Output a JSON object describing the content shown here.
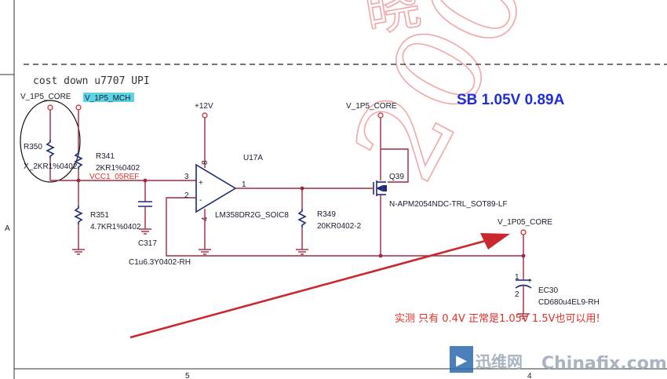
{
  "header_note": "cost down u7707 UPI",
  "nets": {
    "v1p5_core_left": "V_1P5_CORE",
    "v1p5_mch": "V_1P5_MCH",
    "plus12v": "+12V",
    "v1p5_core_right": "V_1P5_CORE",
    "vcc_ref": "VCC1_05REF",
    "v1p05_core": "V_1P05_CORE"
  },
  "components": {
    "r350": {
      "ref": "R350",
      "value": "X_2KR1%0402"
    },
    "r341": {
      "ref": "R341",
      "value": "2KR1%0402"
    },
    "r351": {
      "ref": "R351",
      "value": "4.7KR1%0402"
    },
    "c317": {
      "ref": "C317",
      "value": "C1u6.3Y0402-RH"
    },
    "u17a": {
      "ref": "U17A",
      "value": "LM358DR2G_SOIC8"
    },
    "r349": {
      "ref": "R349",
      "value": "20KR0402-2"
    },
    "q39": {
      "ref": "Q39",
      "value": "N-APM2054NDC-TRL_SOT89-LF"
    },
    "ec30": {
      "ref": "EC30",
      "value": "CD680u4EL9-RH"
    }
  },
  "pin_numbers": {
    "u_in_plus": "3",
    "u_in_minus": "2",
    "u_out": "1",
    "u_vcc": "8",
    "u_gnd": "4",
    "ec_pos": "1",
    "ec_neg": "2",
    "plus_sign": "+",
    "minus_sign": "-"
  },
  "sb_note": "SB 1.05V 0.89A",
  "measurement_note": "实测 只有 0.4V  正常是1.05V   1.5V也可以用!",
  "border_marks": {
    "left_letter": "A",
    "bottom_left_col": "5",
    "bottom_right_col": "4"
  },
  "watermark_logo": "迅维网",
  "watermark_site": "Chinafix.com",
  "watermark_year": "2009",
  "colors": {
    "wire": "#a0283c",
    "component": "#1f2a7a",
    "annotation_red": "#e0302a",
    "sb_blue": "#1e2fd6",
    "mch_highlight": "#5cd4e6",
    "watermark_pink": "#f4a5a5",
    "arrow": "#c8282e"
  }
}
